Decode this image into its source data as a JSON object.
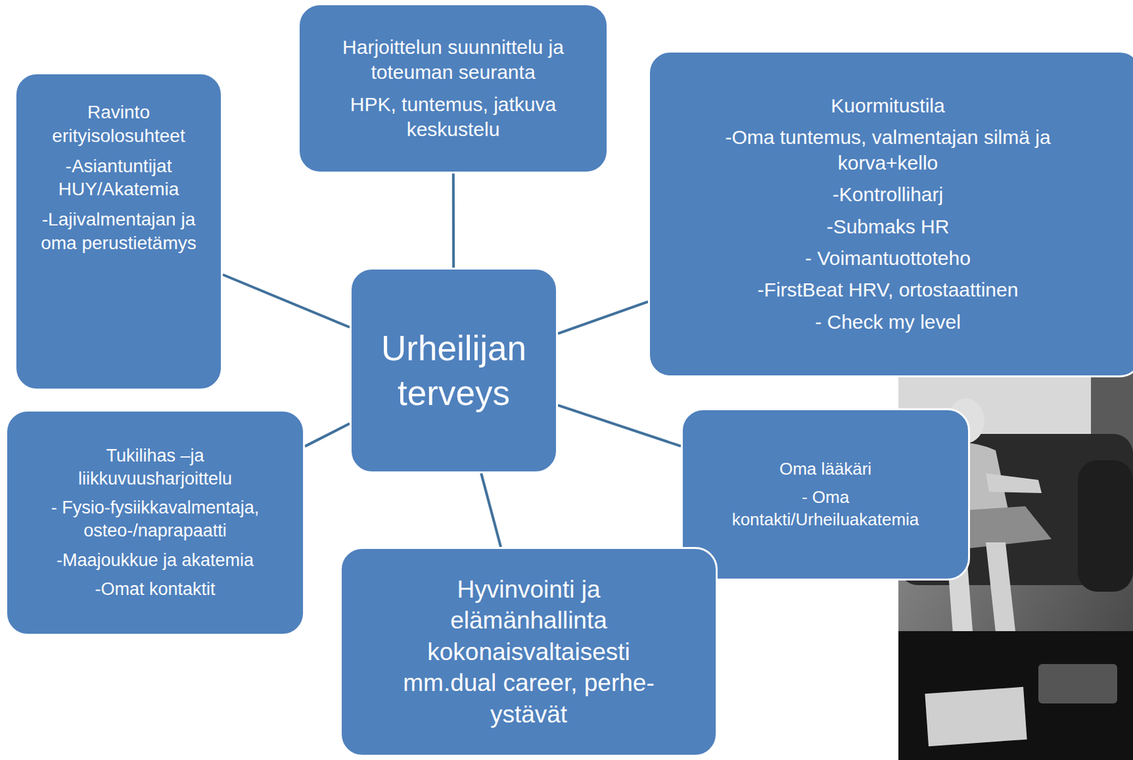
{
  "diagram": {
    "nodes": [
      {
        "text": [
          "Ravinto erityisolosuhteet",
          "-Asiantuntijat HUY/Akatemia",
          "-Lajivalmentajan ja oma perustietämys"
        ]
      },
      {
        "text": [
          "Harjoittelun suunnittelu ja toteuman seuranta",
          "HPK, tuntemus, jatkuva keskustelu"
        ]
      },
      {
        "text": [
          "Kuormitustila",
          "-Oma tuntemus, valmentajan silmä ja korva+kello",
          "-Kontrolliharj",
          "-Submaks HR",
          "- Voimantuottoteho",
          "-FirstBeat HRV, ortostaattinen",
          "- Check my level"
        ]
      },
      {
        "text": [
          "Urheilijan terveys"
        ]
      },
      {
        "text": [
          "Tukilihas –ja liikkuvuusharjoittelu",
          "- Fysio-fysiikkavalmentaja, osteo-/naprapaatti",
          "-Maajoukkue ja akatemia",
          "-Omat kontaktit"
        ]
      },
      {
        "text": [
          "Oma lääkäri",
          "- Oma kontakti/Urheiluakatemia"
        ]
      },
      {
        "text": [
          "Hyvinvointi ja elämänhallinta kokonaisvaltaisesti mm.dual career, perhe-ystävät"
        ]
      }
    ],
    "edges": [
      {
        "from": 3,
        "to": 1,
        "arrow": "none"
      },
      {
        "from": 3,
        "to": 0,
        "arrow": "none"
      },
      {
        "from": 3,
        "to": 2,
        "arrow": "none"
      },
      {
        "from": 3,
        "to": 4,
        "arrow": "none"
      },
      {
        "from": 3,
        "to": 5,
        "arrow": "none"
      },
      {
        "from": 3,
        "to": 6,
        "arrow": "none"
      }
    ]
  }
}
